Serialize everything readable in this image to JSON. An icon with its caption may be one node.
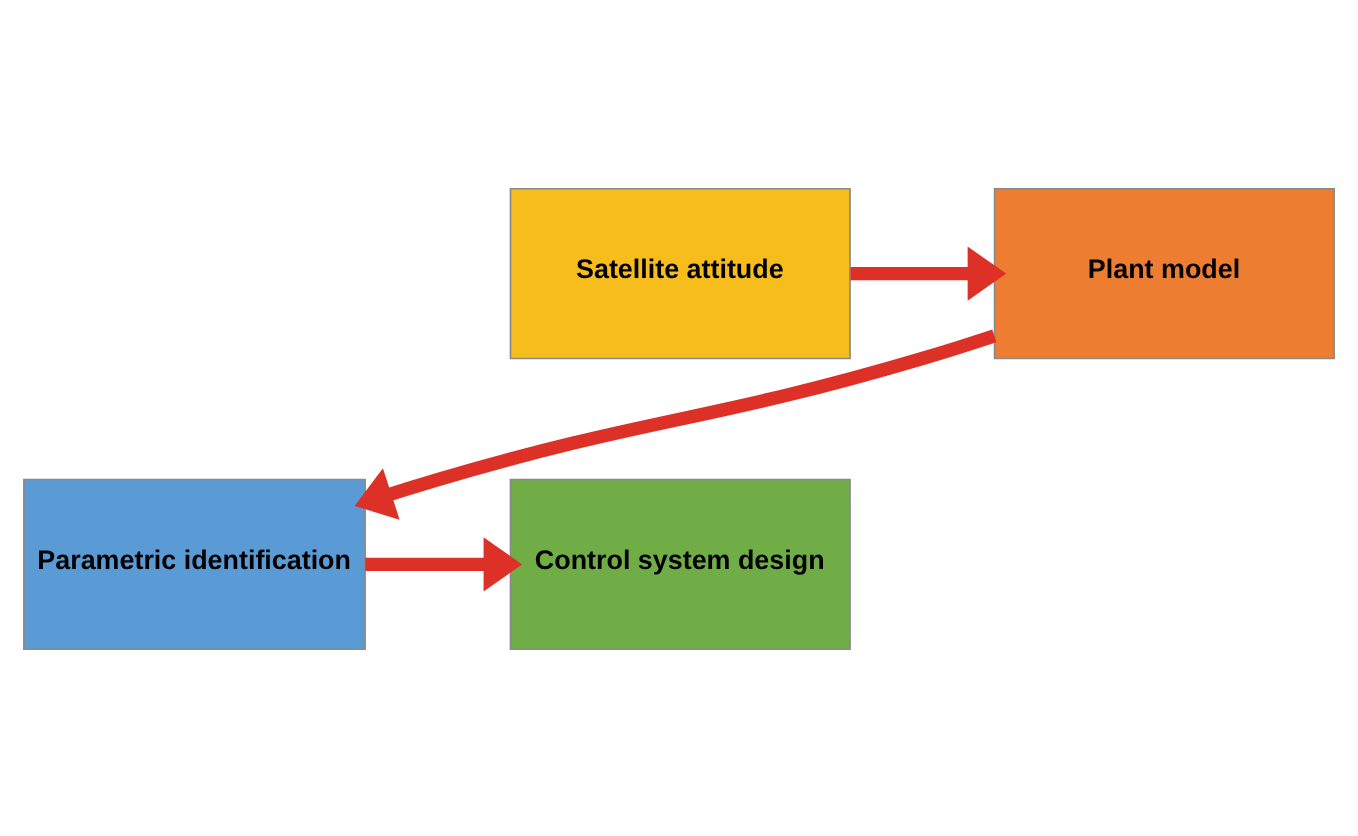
{
  "diagram": {
    "nodes": [
      {
        "text": [
          "Satellite attitude"
        ]
      },
      {
        "text": [
          "Plant model"
        ]
      },
      {
        "text": [
          "Parametric identification"
        ]
      },
      {
        "text": [
          "Control system design"
        ]
      }
    ],
    "edges": [
      {
        "from": 0,
        "to": 1,
        "arrow": "to"
      },
      {
        "from": 1,
        "to": 2,
        "arrow": "to"
      },
      {
        "from": 2,
        "to": 3,
        "arrow": "to"
      }
    ]
  }
}
